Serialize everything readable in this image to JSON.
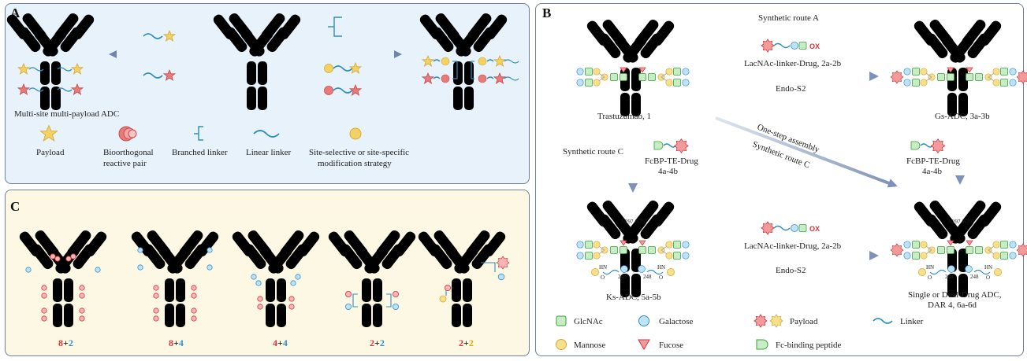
{
  "panel_a": {
    "label": "A",
    "caption": "Multi-site multi-payload ADC",
    "legend": [
      {
        "name": "payload",
        "text": "Payload"
      },
      {
        "name": "bioorthogonal",
        "text1": "Bioorthogonal",
        "text2": "reactive pair"
      },
      {
        "name": "branched",
        "text": "Branched linker"
      },
      {
        "name": "linear",
        "text": "Linear linker"
      },
      {
        "name": "site",
        "text1": "Site-selective or site-specific",
        "text2": "modification strategy"
      }
    ]
  },
  "panel_b": {
    "label": "B",
    "route_a": "Synthetic route A",
    "reagent_top": "LacNAc-linker-Drug, 2a-2b",
    "enzyme_top": "Endo-S2",
    "reagent_bottom": "LacNAc-linker-Drug, 2a-2b",
    "enzyme_bottom": "Endo-S2",
    "ox": "OX",
    "trastuzumab": "Trastuzumab, 1",
    "gs_adc": "Gs-ADC, 3a-3b",
    "one_step": "One-step assembly",
    "route_c_diag": "Synthetic route C",
    "route_c_left": "Synthetic route C",
    "fcbp_left1": "FcBP-TE-Drug",
    "fcbp_left2": "4a-4b",
    "fcbp_right1": "FcBP-TE-Drug",
    "fcbp_right2": "4a-4b",
    "ks_adc": "Ks-ADC, 5a-5b",
    "final1": "Single or Dual-Drug ADC,",
    "final2": "DAR 4, 6a-6d",
    "n297": "N297",
    "hn": "HN",
    "o": "O",
    "k248": "248",
    "legend": {
      "glcnac": "GlcNAc",
      "galactose": "Galactose",
      "payload": "Payload",
      "linker": "Linker",
      "mannose": "Mannose",
      "fucose": "Fucose",
      "fc_peptide": "Fc-binding peptide"
    }
  },
  "panel_c": {
    "label": "C",
    "dar_labels": [
      {
        "a": "8",
        "plus": "+",
        "b": "2",
        "a_color": "#d8323a",
        "b_color": "#2f8fd0"
      },
      {
        "a": "8",
        "plus": "+",
        "b": "4",
        "a_color": "#d8323a",
        "b_color": "#2f8fd0"
      },
      {
        "a": "4",
        "plus": "+",
        "b": "4",
        "a_color": "#d8323a",
        "b_color": "#2f8fd0"
      },
      {
        "a": "2",
        "plus": "+",
        "b": "2",
        "a_color": "#d8323a",
        "b_color": "#2f8fd0"
      },
      {
        "a": "2",
        "plus": "+",
        "b": "2",
        "a_color": "#d8323a",
        "b_color": "#e0a800"
      }
    ]
  },
  "colors": {
    "blue_ab": "#58b2e2",
    "yellow_ab": "#f5c540",
    "purple_ab": "#b07cc6",
    "gray_ab": "#b9bfcd",
    "arrow_blue": "#8b9fc2",
    "payload_yellow": "#f3d163",
    "payload_red": "#e06b6b"
  }
}
